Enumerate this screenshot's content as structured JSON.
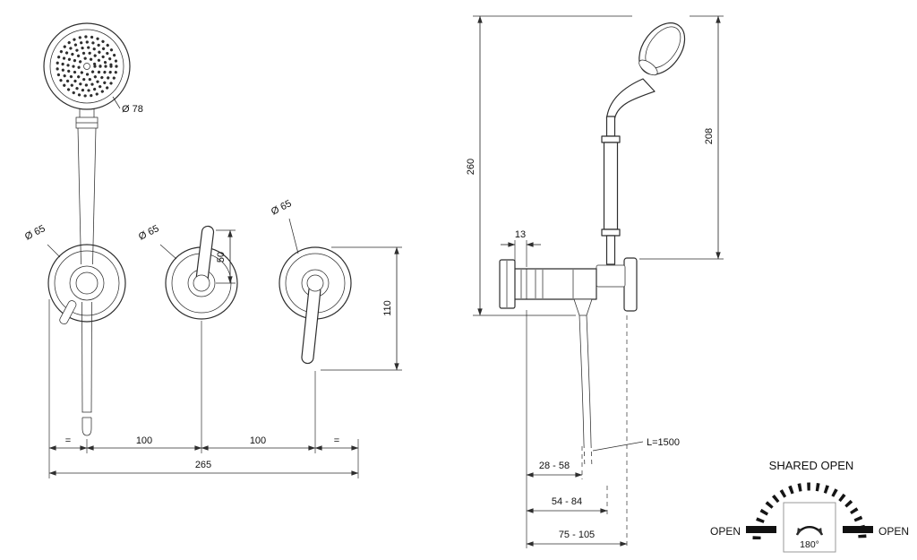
{
  "front": {
    "head_diameter": "Ø 78",
    "holder_diameter": "Ø 65",
    "mid_valve_diameter": "Ø 65",
    "right_valve_diameter": "Ø 65",
    "lever_height": "50",
    "lever_drop": "110",
    "margin_left": "=",
    "spacing_left": "100",
    "spacing_right": "100",
    "margin_right": "=",
    "total_width": "265"
  },
  "side": {
    "overall_height": "260",
    "head_height": "208",
    "wall_offset": "13",
    "hose_length": "L=1500",
    "depth_range_short": "28 - 58",
    "depth_range_mid": "54 - 84",
    "depth_range_long": "75 - 105"
  },
  "rotation": {
    "title": "SHARED OPEN",
    "open_left": "OPEN",
    "open_right": "OPEN",
    "angle": "180°"
  },
  "colors": {
    "line": "#2e2e2e",
    "text": "#111111",
    "mark": "#151515"
  }
}
